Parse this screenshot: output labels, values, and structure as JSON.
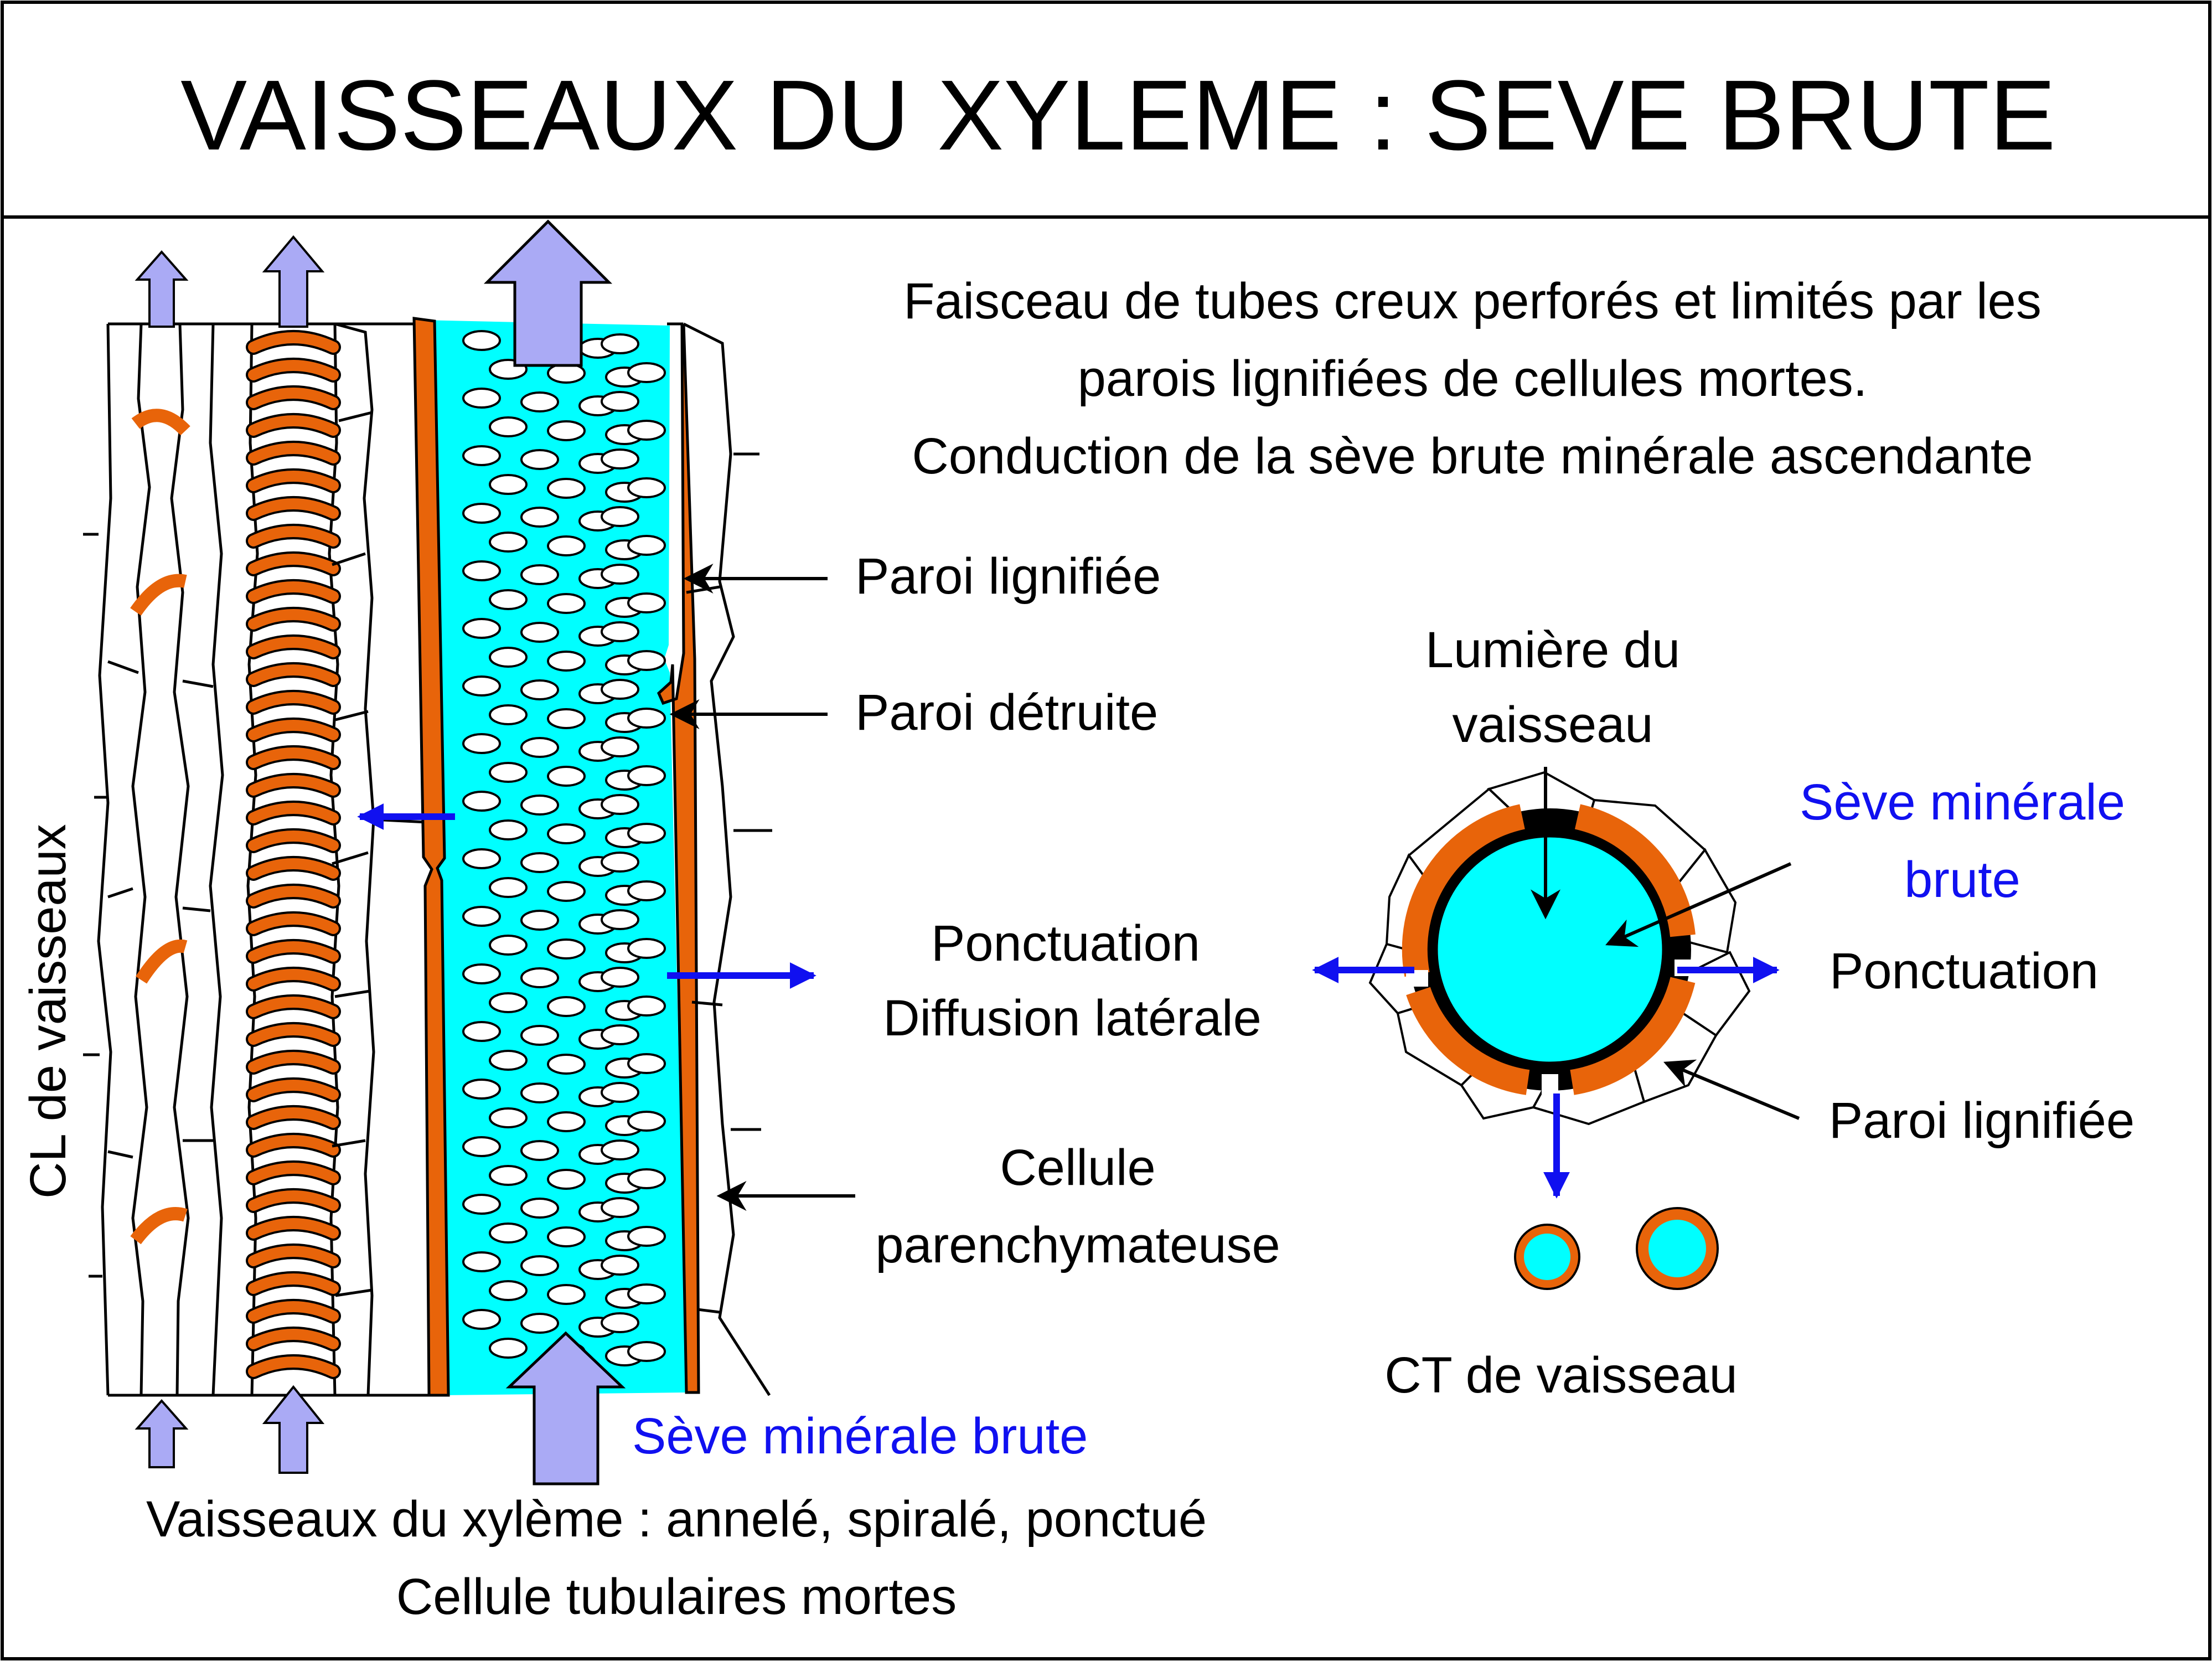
{
  "title": "VAISSEAUX DU XYLEME : SEVE BRUTE",
  "description": {
    "line1": "Faisceau de tubes creux perforés et limités par les",
    "line2": "parois lignifiées de cellules mortes.",
    "line3": "Conduction de la sève brute minérale ascendante"
  },
  "labels": {
    "paroi_lignifiee": "Paroi lignifiée",
    "paroi_detruite": "Paroi détruite",
    "ponctuation": "Ponctuation",
    "diffusion_laterale": "Diffusion latérale",
    "cellule": "Cellule",
    "parenchymateuse": "parenchymateuse",
    "seve_minerale_brute": "Sève minérale brute",
    "cl_vaisseaux": "CL de vaisseaux",
    "vaisseaux_types": "Vaisseaux du xylème : annelé, spiralé, ponctué",
    "cellule_tubulaires": "Cellule tubulaires mortes"
  },
  "cross_section": {
    "lumiere_line1": "Lumière du",
    "lumiere_line2": "vaisseau",
    "seve_line1": "Sève minérale",
    "seve_line2": "brute",
    "ponctuation": "Ponctuation",
    "paroi_lignifiee": "Paroi lignifiée",
    "caption": "CT de vaisseau"
  },
  "colors": {
    "lumen": "#00ffff",
    "wall": "#e8640a",
    "flow_arrow": "#aaaaf5",
    "diffusion_arrow": "#1010f0"
  }
}
